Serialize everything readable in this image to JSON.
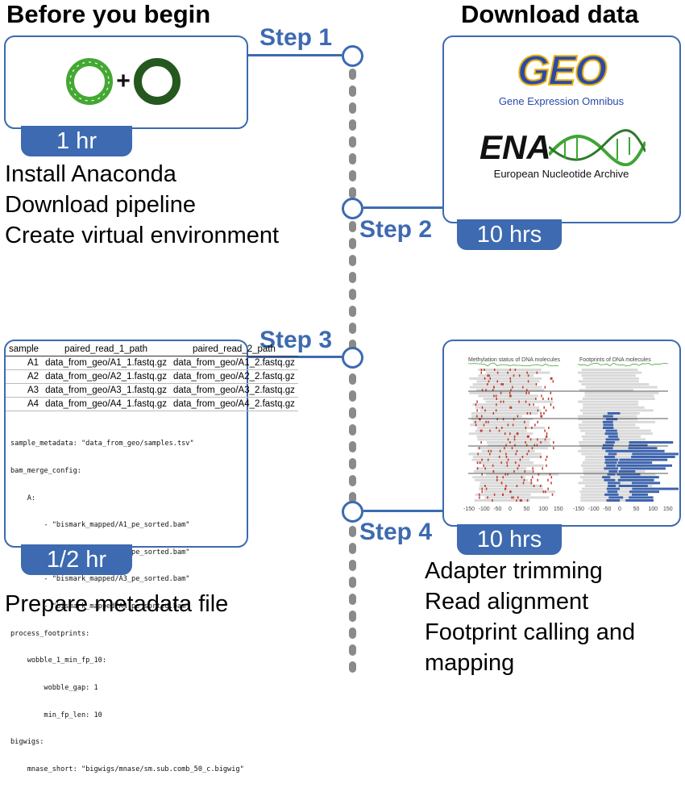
{
  "headings": {
    "left": "Before you begin",
    "right": "Download data"
  },
  "steps": [
    {
      "label": "Step 1",
      "duration": "1 hr",
      "tasks": [
        "Install Anaconda",
        "Download pipeline",
        "Create virtual environment"
      ]
    },
    {
      "label": "Step 2",
      "duration": "10 hrs",
      "tasks": []
    },
    {
      "label": "Step 3",
      "duration": "1/2 hr",
      "tasks": [
        "Prepare metadata file"
      ]
    },
    {
      "label": "Step 4",
      "duration": "10 hrs",
      "tasks": [
        "Adapter trimming",
        "Read alignment",
        "Footprint calling and",
        "mapping"
      ]
    }
  ],
  "logos": {
    "plus": "+",
    "geo_text": "GEO",
    "geo_caption": "Gene Expression Omnibus",
    "ena_text": "ENA",
    "ena_caption": "European Nucleotide Archive"
  },
  "metadata_table": {
    "headers": [
      "sample",
      "paired_read_1_path",
      "paired_read_2_path"
    ],
    "rows": [
      [
        "A1",
        "data_from_geo/A1_1.fastq.gz",
        "data_from_geo/A1_2.fastq.gz"
      ],
      [
        "A2",
        "data_from_geo/A2_1.fastq.gz",
        "data_from_geo/A2_2.fastq.gz"
      ],
      [
        "A3",
        "data_from_geo/A3_1.fastq.gz",
        "data_from_geo/A3_2.fastq.gz"
      ],
      [
        "A4",
        "data_from_geo/A4_1.fastq.gz",
        "data_from_geo/A4_2.fastq.gz"
      ]
    ]
  },
  "config_lines": [
    "sample_metadata: \"data_from_geo/samples.tsv\"",
    "bam_merge_config:",
    "    A:",
    "        - \"bismark_mapped/A1_pe_sorted.bam\"",
    "        - \"bismark_mapped/A2_pe_sorted.bam\"",
    "        - \"bismark_mapped/A3_pe_sorted.bam\"",
    "        - \"bismark_mapped/A4_pe_sorted.bam\"",
    "process_footprints:",
    "    wobble_1_min_fp_10:",
    "        wobble_gap: 1",
    "        min_fp_len: 10",
    "bigwigs:",
    "    mnase_short: \"bigwigs/mnase/sm.sub.comb_50_c.bigwig\""
  ],
  "result_plot": {
    "left_title": "Methylation status of DNA molecules",
    "right_title": "Footprints of DNA molecules",
    "x_ticks_left": [
      "-150",
      "-100",
      "-50",
      "0",
      "50",
      "100",
      "150"
    ],
    "x_ticks_right": [
      "-150",
      "-100",
      "-50",
      "0",
      "50",
      "100",
      "150"
    ],
    "colors": {
      "methylation": "#c0392b",
      "footprint": "#3d64ad",
      "background": "#d9d9d9"
    }
  },
  "colors": {
    "accent": "#3d6ab0",
    "timeline_dots": "#8a8a8a",
    "conda_light": "#44a833",
    "conda_dark": "#24581f"
  }
}
